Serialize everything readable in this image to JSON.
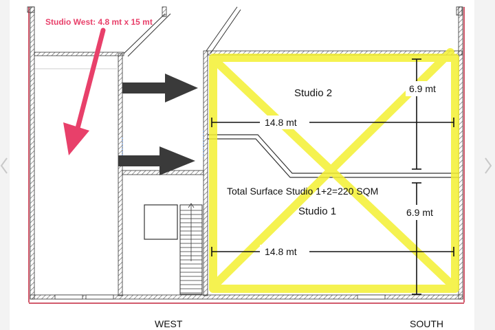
{
  "callout": {
    "text": "Studio West: 4.8 mt x 15 mt",
    "color": "#e8406a"
  },
  "studios": {
    "studio2": {
      "label": "Studio 2",
      "width": "14.8 mt",
      "depth": "6.9 mt"
    },
    "studio1": {
      "label": "Studio 1",
      "width": "14.8 mt",
      "depth": "6.9 mt"
    }
  },
  "total_surface": "Total Surface Studio 1+2=220 SQM",
  "compass": {
    "west": "WEST",
    "south": "SOUTH"
  },
  "colors": {
    "highlight": "#f4f032",
    "wall_red": "#c2223a",
    "arrow_dark": "#3a3a3a"
  },
  "icons": {
    "prev": "chevron-left-icon",
    "next": "chevron-right-icon"
  }
}
